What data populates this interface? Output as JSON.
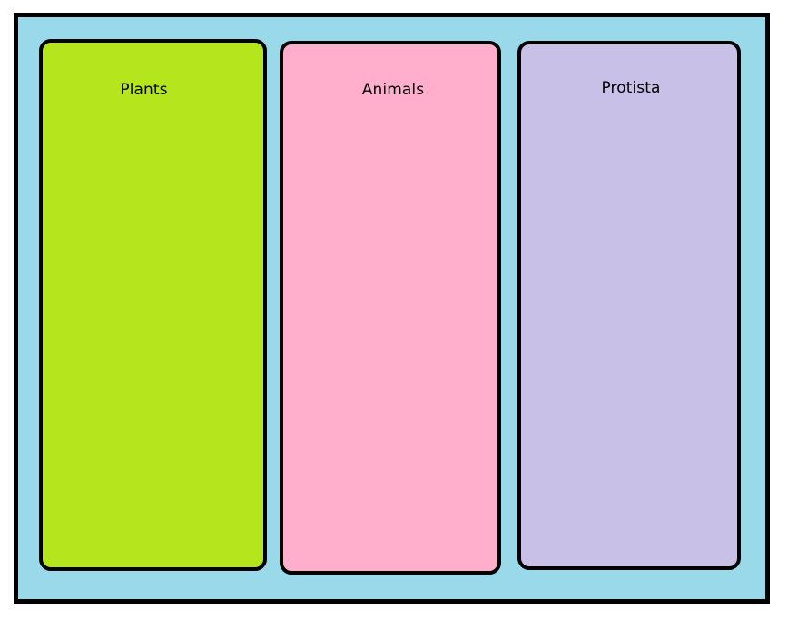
{
  "board": {
    "background_color": "#99d9ea",
    "border_color": "#000000"
  },
  "columns": [
    {
      "id": "plants",
      "label": "Plants",
      "fill_color": "#b5e61d",
      "border_color": "#000000",
      "label_color": "#000000"
    },
    {
      "id": "animals",
      "label": "Animals",
      "fill_color": "#ffaecc",
      "border_color": "#000000",
      "label_color": "#000000"
    },
    {
      "id": "protista",
      "label": "Protista",
      "fill_color": "#c9c0e8",
      "border_color": "#000000",
      "label_color": "#000000"
    }
  ]
}
